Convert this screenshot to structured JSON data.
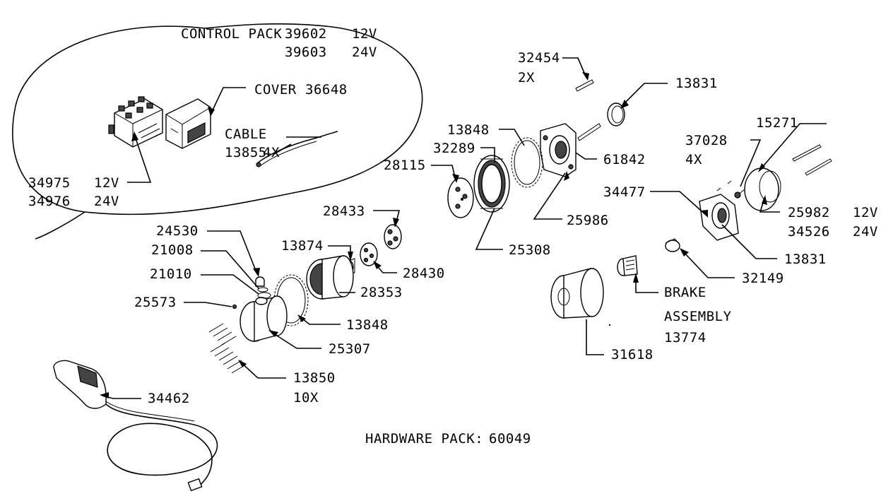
{
  "control_pack": {
    "title": "CONTROL PACK",
    "code_12v": "39602",
    "code_24v": "39603",
    "v12": "12V",
    "v24": "24V"
  },
  "cover": {
    "label": "COVER",
    "code": "36648"
  },
  "cable": {
    "label": "CABLE",
    "code": "13855",
    "qty": "4X"
  },
  "solenoid": {
    "code_12v": "34975",
    "code_24v": "34976",
    "v12": "12V",
    "v24": "24V"
  },
  "parts": {
    "p32454": "32454",
    "p32454_qty": "2X",
    "p13831_top": "13831",
    "p13848_top": "13848",
    "p32289": "32289",
    "p28115": "28115",
    "p61842": "61842",
    "p25986": "25986",
    "p25308": "25308",
    "p15271": "15271",
    "p37028": "37028",
    "p37028_qty": "4X",
    "p34477": "34477",
    "p25982": "25982",
    "p25982_v": "12V",
    "p34526": "34526",
    "p34526_v": "24V",
    "p13831_bot": "13831",
    "p32149": "32149",
    "p28433": "28433",
    "p13874": "13874",
    "p28430": "28430",
    "p28353": "28353",
    "p24530": "24530",
    "p21008": "21008",
    "p21010": "21010",
    "p25573": "25573",
    "p13848_bot": "13848",
    "p25307": "25307",
    "p13850": "13850",
    "p13850_qty": "10X",
    "brake_l1": "BRAKE",
    "brake_l2": "ASSEMBLY",
    "brake_code": "13774",
    "p31618": "31618",
    "p34462": "34462"
  },
  "hardware_pack": {
    "label": "HARDWARE PACK:",
    "code": "60049"
  }
}
